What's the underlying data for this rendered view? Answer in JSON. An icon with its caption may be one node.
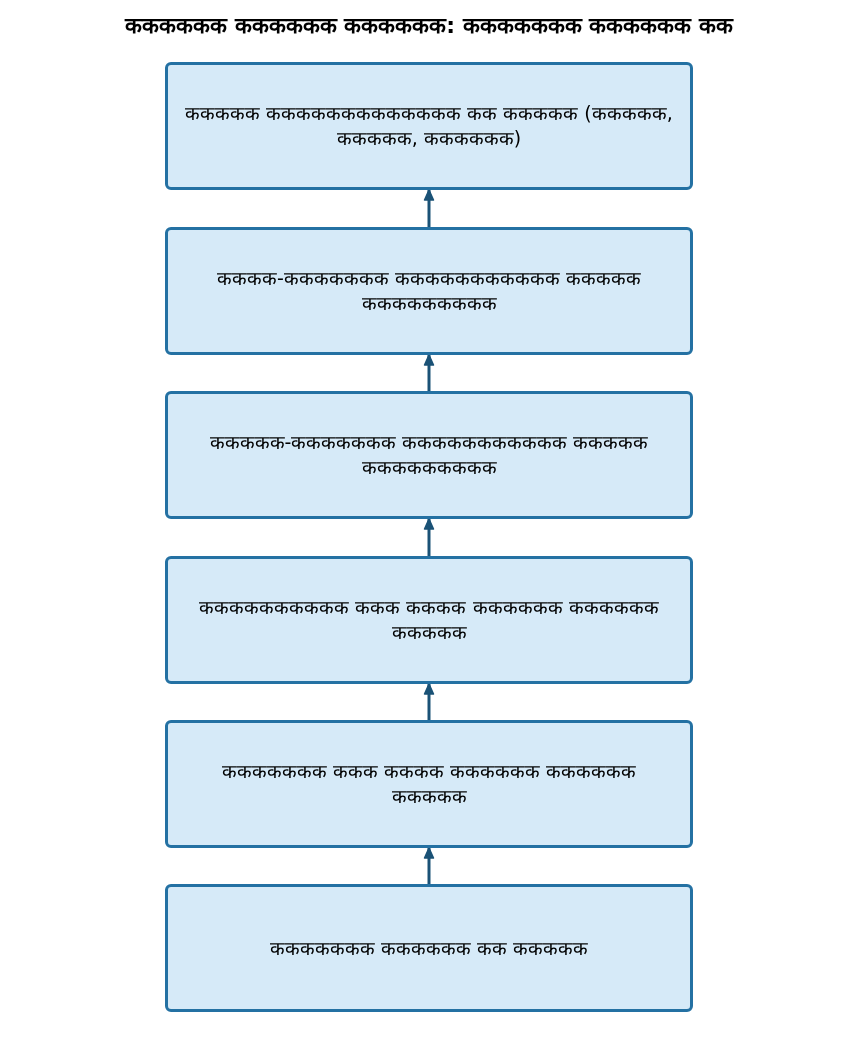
{
  "diagram": {
    "title": "कककककक कककककक कककककक: ककककककक कककककक कक",
    "nodes": [
      {
        "text": [
          "ककककक ककककककककककककक कक ककककक (ककककक, ककककक, कककककक)"
        ]
      },
      {
        "text": [
          "कककक-ककककककक ककककककककककक ककककक ककककककककक"
        ]
      },
      {
        "text": [
          "ककककक-ककककककक ककककककककककक ककककक ककककककककक"
        ]
      },
      {
        "text": [
          "कककककककककक ककक कककक कककककक कककककक ककककक"
        ]
      },
      {
        "text": [
          "ककककककक ककक कककक कककककक कककककक ककककक"
        ]
      },
      {
        "text": [
          "ककककककक कककककक कक ककककक"
        ]
      }
    ],
    "edges": [
      {
        "from": 5,
        "to": 4,
        "arrow": "to"
      },
      {
        "from": 4,
        "to": 3,
        "arrow": "to"
      },
      {
        "from": 3,
        "to": 2,
        "arrow": "to"
      },
      {
        "from": 2,
        "to": 1,
        "arrow": "to"
      },
      {
        "from": 1,
        "to": 0,
        "arrow": "to"
      }
    ]
  }
}
